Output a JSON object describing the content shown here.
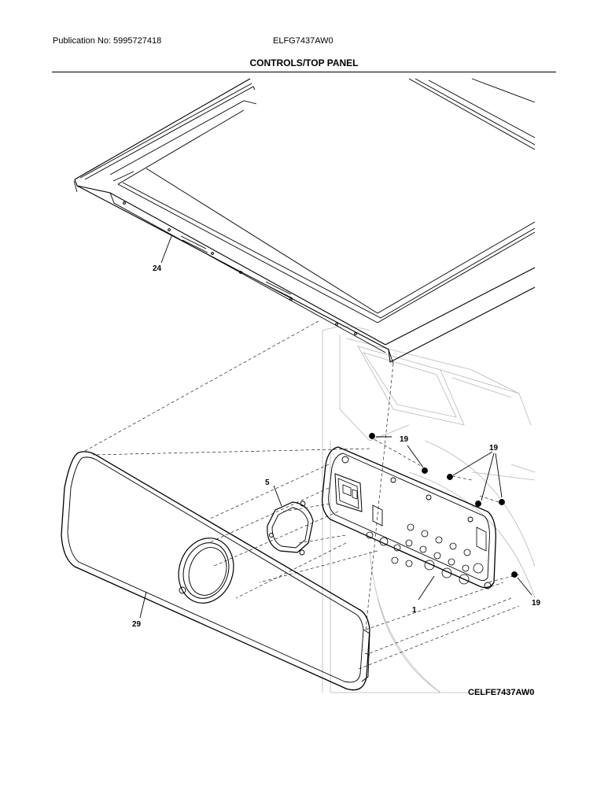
{
  "header": {
    "publication": "Publication No: 5995727418",
    "model": "ELFG7437AW0",
    "section_title": "CONTROLS/TOP PANEL"
  },
  "callouts": {
    "top_panel": "24",
    "knob_ring": "5",
    "control_board": "1",
    "console": "29",
    "screw_upper": "19",
    "screw_right_group": "19",
    "screw_lower": "19"
  },
  "drawing_code": "CELFE7437AW0"
}
